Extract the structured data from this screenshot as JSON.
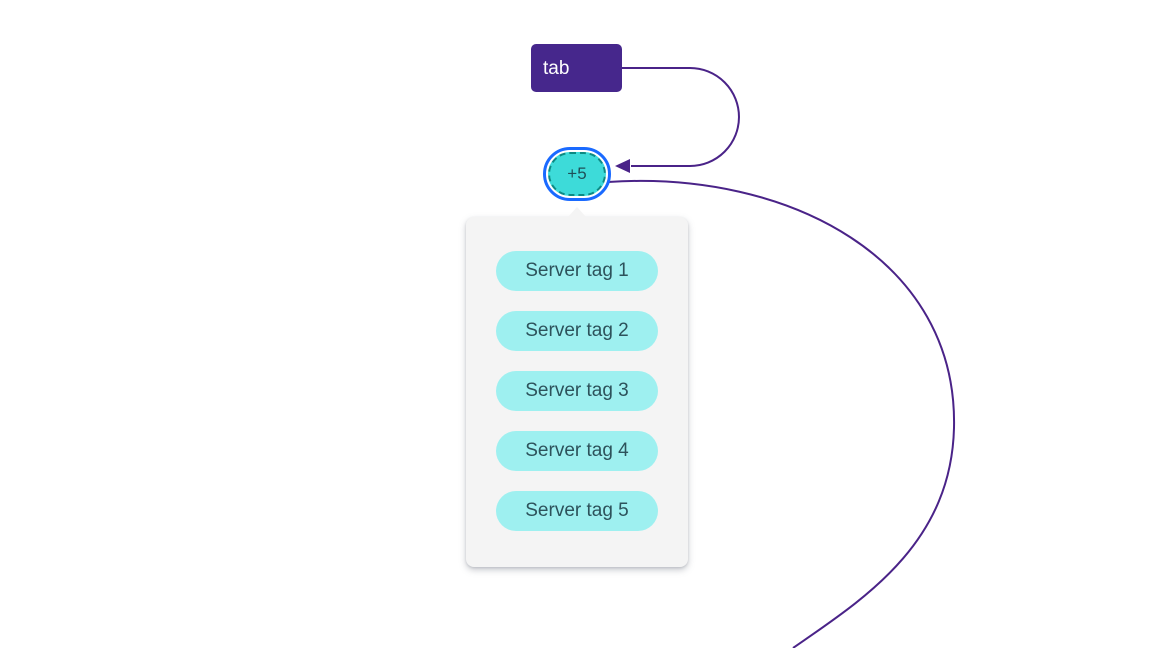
{
  "tab_node": {
    "label": "tab"
  },
  "overflow_badge": {
    "label": "+5"
  },
  "tooltip": {
    "tags": [
      "Server tag 1",
      "Server tag 2",
      "Server tag 3",
      "Server tag 4",
      "Server tag 5"
    ]
  },
  "colors": {
    "tab-bg": "#46278c",
    "line": "#4a2388",
    "ring": "#1a6aff",
    "badge-bg": "#3ddbd9",
    "badge-border": "#0b8a84",
    "badge-text": "#1f4f57",
    "pill-bg": "#9ef0f0",
    "pill-text": "#2d525b",
    "panel-bg": "#f4f4f4",
    "tab-text": "#ffffff",
    "page-bg": "#ffffff"
  }
}
